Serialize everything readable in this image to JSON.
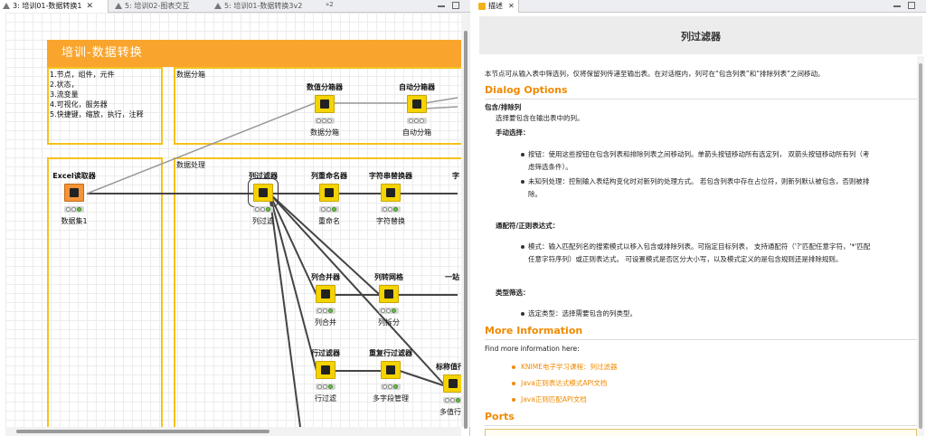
{
  "editor": {
    "tabs": [
      {
        "label": "3: 培训01-数据转换1",
        "active": true,
        "close": "✕"
      },
      {
        "label": "5: 培训02-图表交互",
        "active": false
      },
      {
        "label": "5: 培训01-数据转换3v2",
        "active": false
      }
    ],
    "more_tabs": "»2",
    "banner_title": "培训-数据转换",
    "annotations": {
      "notes": [
        "1.节点，组件，元件",
        "2.状态，",
        "3.流变量",
        "4.可视化，服务器",
        "5.快捷键，缩放，执行，注释"
      ],
      "binning_label": "数据分箱",
      "processing_label": "数据处理"
    },
    "nodes": [
      {
        "id": "excel",
        "title": "Excel读取器",
        "caption": "数据集1"
      },
      {
        "id": "numbin",
        "title": "数值分箱器",
        "caption": "数据分箱"
      },
      {
        "id": "autobin",
        "title": "自动分箱器",
        "caption": "自动分箱"
      },
      {
        "id": "colfilter",
        "title": "列过滤器",
        "caption": "列过滤"
      },
      {
        "id": "colrename",
        "title": "列重命名器",
        "caption": "重命名"
      },
      {
        "id": "strrep",
        "title": "字符串替换器",
        "caption": "字符替换"
      },
      {
        "id": "strcut",
        "title": "字",
        "caption": ""
      },
      {
        "id": "colmerge",
        "title": "列合并器",
        "caption": "列合并"
      },
      {
        "id": "colgrid",
        "title": "列转网格",
        "caption": "列拆分"
      },
      {
        "id": "cut1",
        "title": "一站",
        "caption": ""
      },
      {
        "id": "rowfilter",
        "title": "行过滤器",
        "caption": "行过滤"
      },
      {
        "id": "duprow",
        "title": "重复行过滤器",
        "caption": "多字段管理"
      },
      {
        "id": "nominal",
        "title": "标称值行",
        "caption": "多值行"
      }
    ]
  },
  "description": {
    "tab_label": "描述",
    "tab_close": "✕",
    "title": "列过滤器",
    "intro": "本节点可从输入表中筛选列，仅将保留列传递至输出表。在对话框内，列可在“包含列表”和“排除列表”之间移动。",
    "dialog_options": "Dialog Options",
    "include_heading": "包含/排除列",
    "include_desc": "选择要包含在输出表中的列。",
    "manual_heading": "手动选择：",
    "manual_bullets": [
      [
        "按钮：使用这些按钮在包含列表和排除列表之间移动列。单箭头按钮移动所有选定列， 双箭头按钮移动所有列（考",
        "虑筛选条件）。"
      ],
      [
        "未知列处理：控制输入表结构变化时对新列的处理方式。 若包含列表中存在占位符，则新列默认被包含，否则被排",
        "除。"
      ]
    ],
    "wildcard_heading": "通配符/正则表达式：",
    "wildcard_bullets": [
      [
        "模式：输入匹配列名的搜索模式以移入包含或排除列表。可指定目标列表， 支持通配符（'?'匹配任意字符，'*'匹配",
        "任意字符序列）或正则表达式。 可设置模式是否区分大小写，以及模式定义的是包含规则还是排除规则。"
      ]
    ],
    "type_heading": "类型筛选：",
    "type_bullets": [
      [
        "选定类型：选择需要包含的列类型。"
      ]
    ],
    "more_info": "More Information",
    "more_info_desc": "Find more information here:",
    "links": [
      "KNIME电子学习课程：列过滤器",
      "Java正则表达式模式API文档",
      "Java正则匹配API文档"
    ],
    "ports": "Ports"
  },
  "colors": {
    "accent": "#f9a52d",
    "annotation_border": "#f6c11b",
    "node_yellow": "#f5d300",
    "node_orange": "#f39439",
    "heading_orange": "#f08a00"
  }
}
